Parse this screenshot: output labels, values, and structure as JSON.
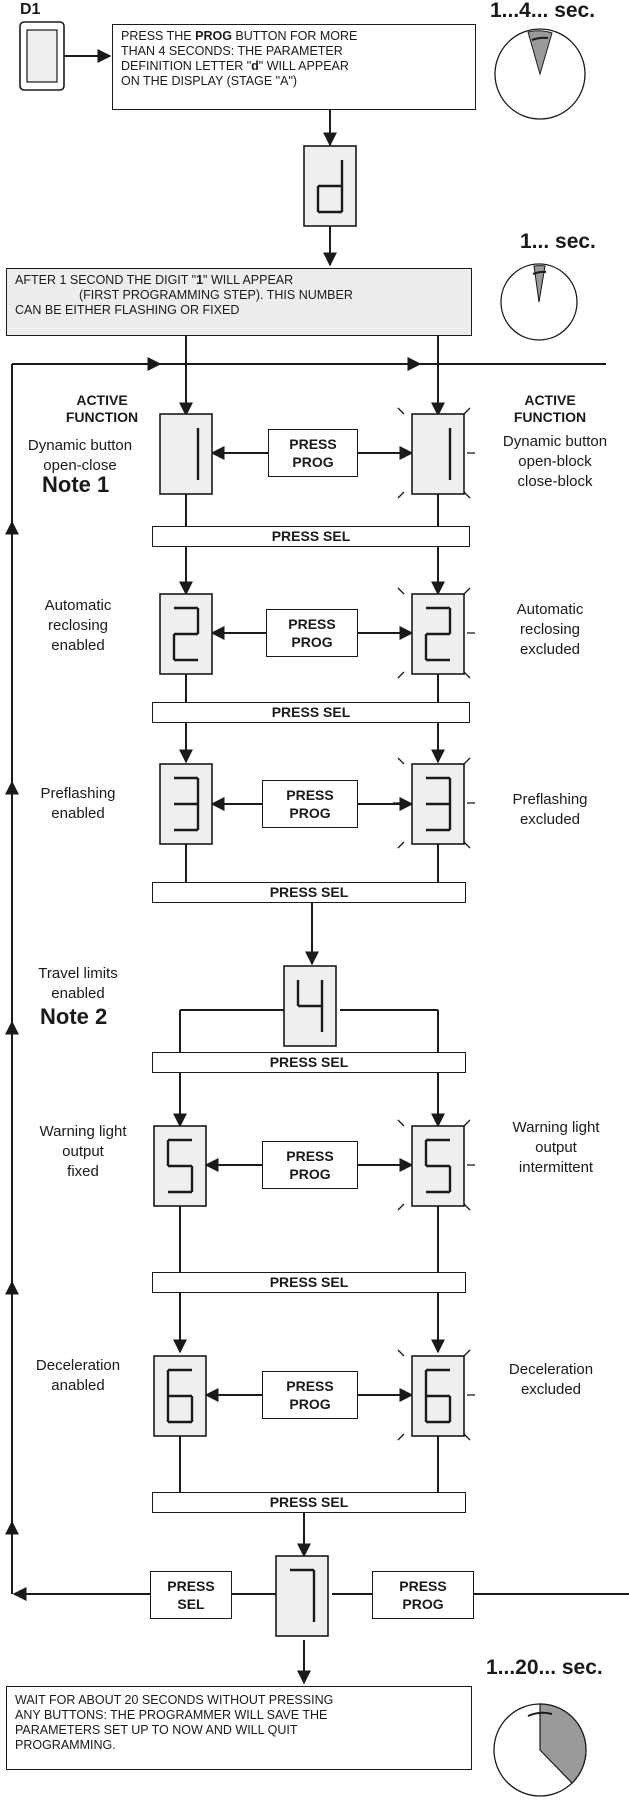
{
  "d1_label": "D1",
  "timers": {
    "t1": "1...4... sec.",
    "t2": "1... sec.",
    "t3": "1...20... sec."
  },
  "intro": {
    "line1_a": "PRESS THE ",
    "line1_b": "PROG",
    "line1_c": " BUTTON FOR MORE",
    "line2": "THAN 4 SECONDS: THE PARAMETER",
    "line3_a": "DEFINITION LETTER \"",
    "line3_b": "d",
    "line3_c": "\" WILL APPEAR",
    "line4": "ON THE DISPLAY (STAGE \"A\")"
  },
  "after": {
    "line1_a": "AFTER 1 SECOND THE DIGIT \"",
    "line1_b": "1",
    "line1_c": "\" WILL APPEAR",
    "line2": "(FIRST PROGRAMMING STEP). THIS NUMBER",
    "line3": "CAN BE EITHER FLASHING OR FIXED"
  },
  "active_function": {
    "line1": "ACTIVE",
    "line2": "FUNCTION"
  },
  "buttons": {
    "press_sel": "PRESS SEL",
    "press_prog_1": "PRESS",
    "press_prog_2": "PROG",
    "press_sel_1": "PRESS",
    "press_sel_2": "SEL"
  },
  "steps": {
    "s1": {
      "left": [
        "Dynamic button",
        "open-close"
      ],
      "right": [
        "Dynamic button",
        "open-block",
        "close-block"
      ],
      "note": "Note 1"
    },
    "s2": {
      "left": [
        "Automatic",
        "reclosing",
        "enabled"
      ],
      "right": [
        "Automatic",
        "reclosing",
        "excluded"
      ]
    },
    "s3": {
      "left": [
        "Preflashing",
        "enabled"
      ],
      "right": [
        "Preflashing",
        "excluded"
      ]
    },
    "s4": {
      "left": [
        "Travel limits",
        "enabled"
      ],
      "note": "Note  2"
    },
    "s5": {
      "left": [
        "Warning light",
        "output",
        "fixed"
      ],
      "right": [
        "Warning light",
        "output",
        "intermittent"
      ]
    },
    "s6": {
      "left": [
        "Deceleration",
        "anabled"
      ],
      "right": [
        "Deceleration",
        "excluded"
      ]
    }
  },
  "final": {
    "line1": "WAIT FOR ABOUT 20 SECONDS WITHOUT PRESSING",
    "line2": "ANY BUTTONS: THE PROGRAMMER WILL SAVE THE",
    "line3": "PARAMETERS SET UP TO NOW AND WILL QUIT",
    "line4": "PROGRAMMING."
  }
}
